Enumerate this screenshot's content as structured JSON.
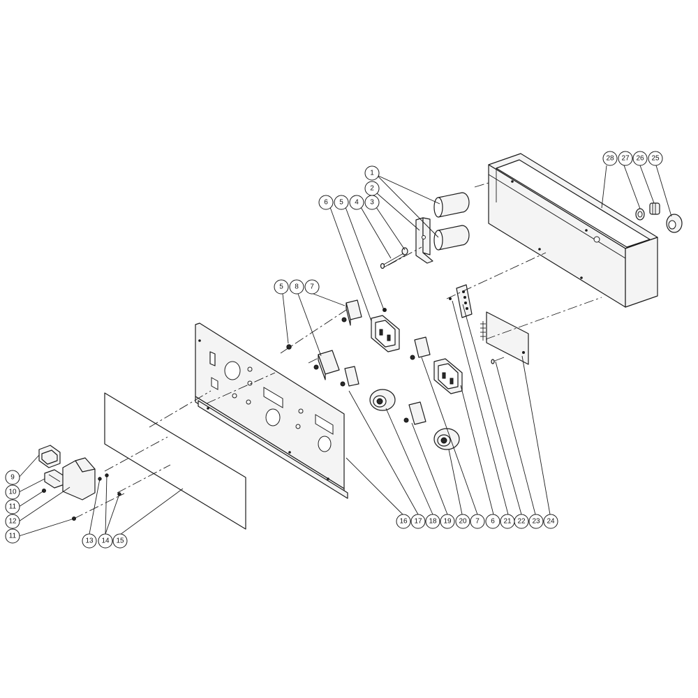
{
  "callouts": [
    "1",
    "2",
    "3",
    "4",
    "5",
    "6",
    "7",
    "8",
    "9",
    "10",
    "11",
    "12",
    "13",
    "14",
    "15",
    "16",
    "17",
    "18",
    "19",
    "20",
    "21",
    "22",
    "23",
    "24",
    "25",
    "26",
    "27",
    "28"
  ],
  "balloons": {
    "b1": "1",
    "b2": "2",
    "b3": "3",
    "b4": "4",
    "b5": "5",
    "b6": "6",
    "b5b": "5",
    "b8": "8",
    "b7": "7",
    "b28": "28",
    "b27": "27",
    "b26": "26",
    "b25": "25",
    "b9": "9",
    "b10": "10",
    "b11": "11",
    "b12": "12",
    "b11b": "11",
    "b13": "13",
    "b14": "14",
    "b15": "15",
    "b16": "16",
    "b17": "17",
    "b18": "18",
    "b19": "19",
    "b20": "20",
    "b7b": "7",
    "b6b": "6",
    "b21": "21",
    "b22": "22",
    "b23": "23",
    "b24": "24"
  }
}
